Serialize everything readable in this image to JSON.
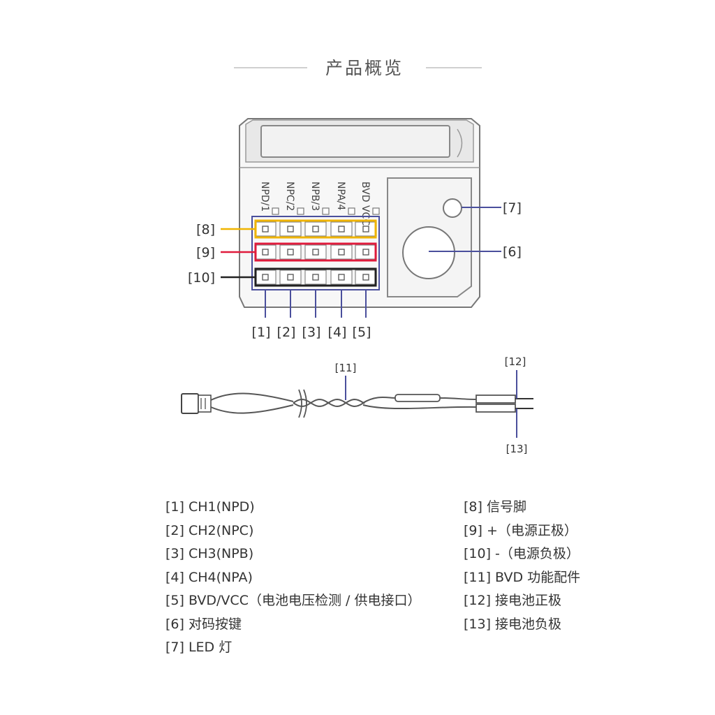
{
  "title": "产品概览",
  "receiver": {
    "pin_labels": [
      "NPD/1",
      "NPC/2",
      "NPB/3",
      "NPA/4",
      "BVD VCC"
    ]
  },
  "row_callouts": [
    {
      "label": "[8]",
      "color": "#f0b400"
    },
    {
      "label": "[9]",
      "color": "#e01b3c"
    },
    {
      "label": "[10]",
      "color": "#222222"
    }
  ],
  "column_callouts": [
    "[1]",
    "[2]",
    "[3]",
    "[4]",
    "[5]"
  ],
  "side_callouts": {
    "led": "[7]",
    "button": "[6]"
  },
  "cable_callouts": {
    "cable": "[11]",
    "positive": "[12]",
    "negative": "[13]"
  },
  "colors": {
    "callout_line": "#4a4f9c",
    "outline": "#777777",
    "panel": "#e8e8e8"
  },
  "legend_left": [
    "[1] CH1(NPD)",
    "[2] CH2(NPC)",
    "[3] CH3(NPB)",
    "[4] CH4(NPA)",
    "[5] BVD/VCC（电池电压检测 / 供电接口）",
    "[6] 对码按键",
    "[7] LED 灯"
  ],
  "legend_right": [
    "[8] 信号脚",
    "[9] +（电源正极）",
    "[10] -（电源负极）",
    "[11] BVD 功能配件",
    "[12] 接电池正极",
    "[13] 接电池负极"
  ]
}
